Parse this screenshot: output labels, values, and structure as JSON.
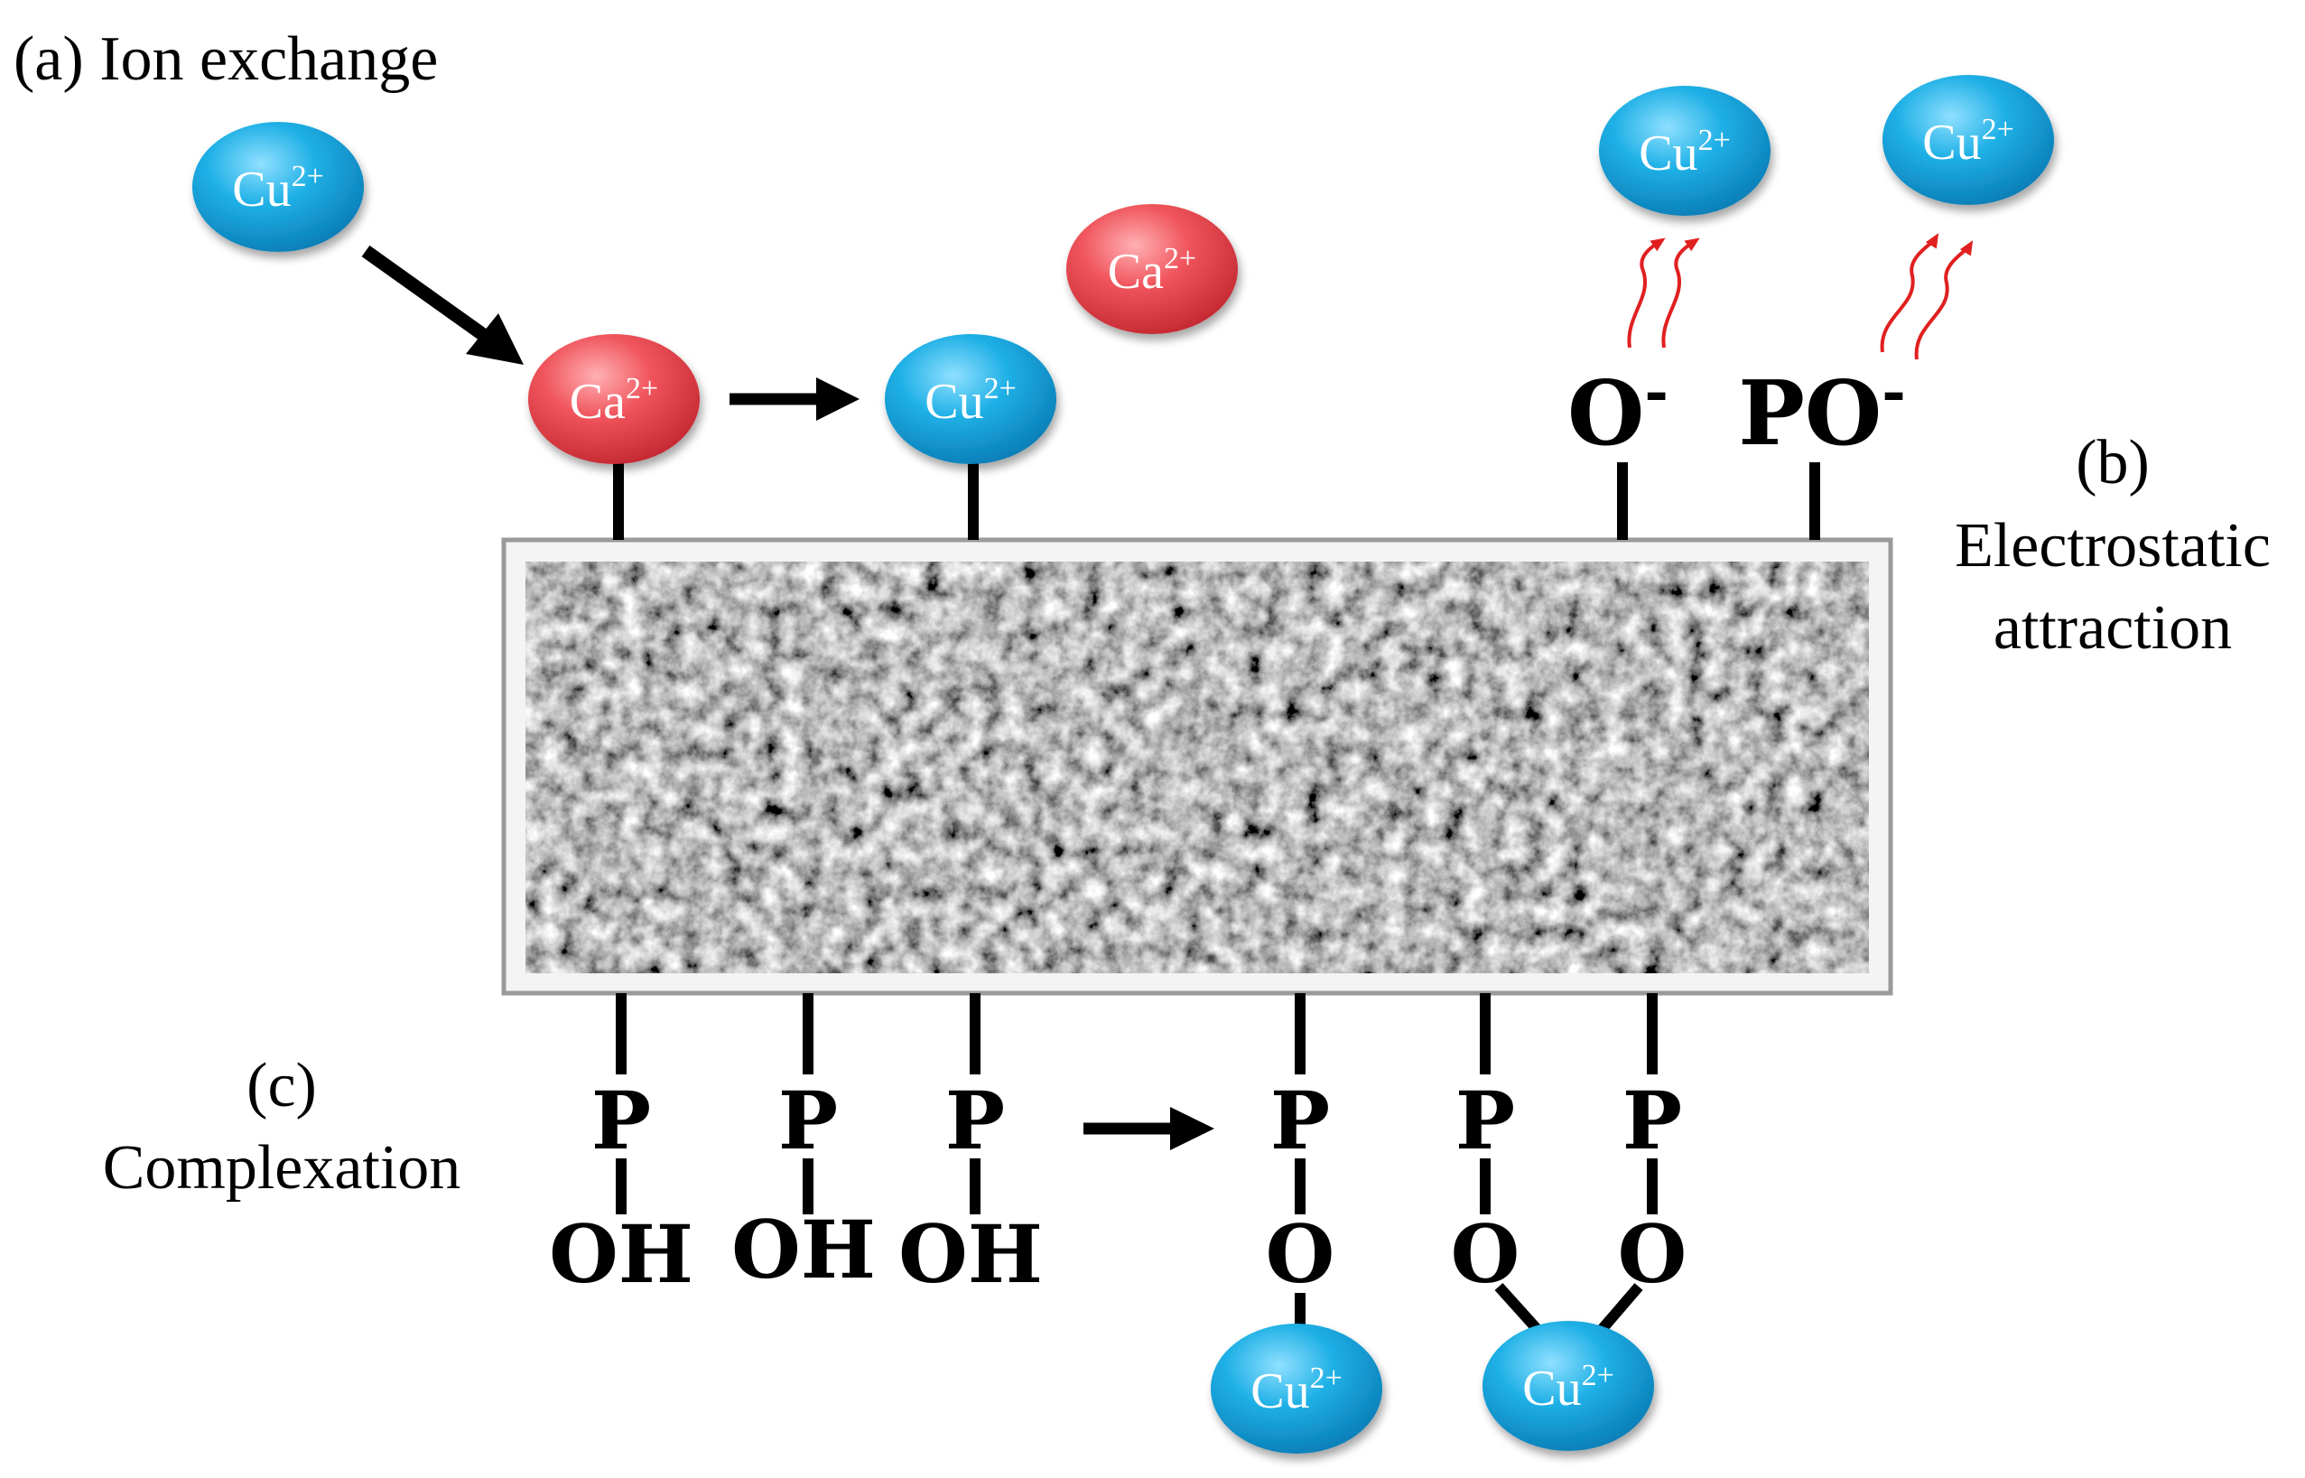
{
  "labels": {
    "ion_exchange": "(a) Ion exchange",
    "b_letter": "(b)",
    "b_line1": "Electrostatic",
    "b_line2": "attraction",
    "c_letter": "(c)",
    "c_line1": "Complexation"
  },
  "ions": {
    "cu": {
      "base": "Cu",
      "charge": "2+"
    },
    "ca": {
      "base": "Ca",
      "charge": "2+"
    }
  },
  "groups": {
    "o_minus": {
      "base": "O",
      "charge": "-"
    },
    "po_minus": {
      "base": "PO",
      "charge": "-"
    },
    "p": "P",
    "oh": "OH",
    "o": "O"
  },
  "colors": {
    "cu_ion": "#1aa5dc",
    "ca_ion": "#ec4d55",
    "attraction_arrows": "#e02020",
    "bonds": "#000000",
    "surface_frame": "#9a9a9a"
  }
}
